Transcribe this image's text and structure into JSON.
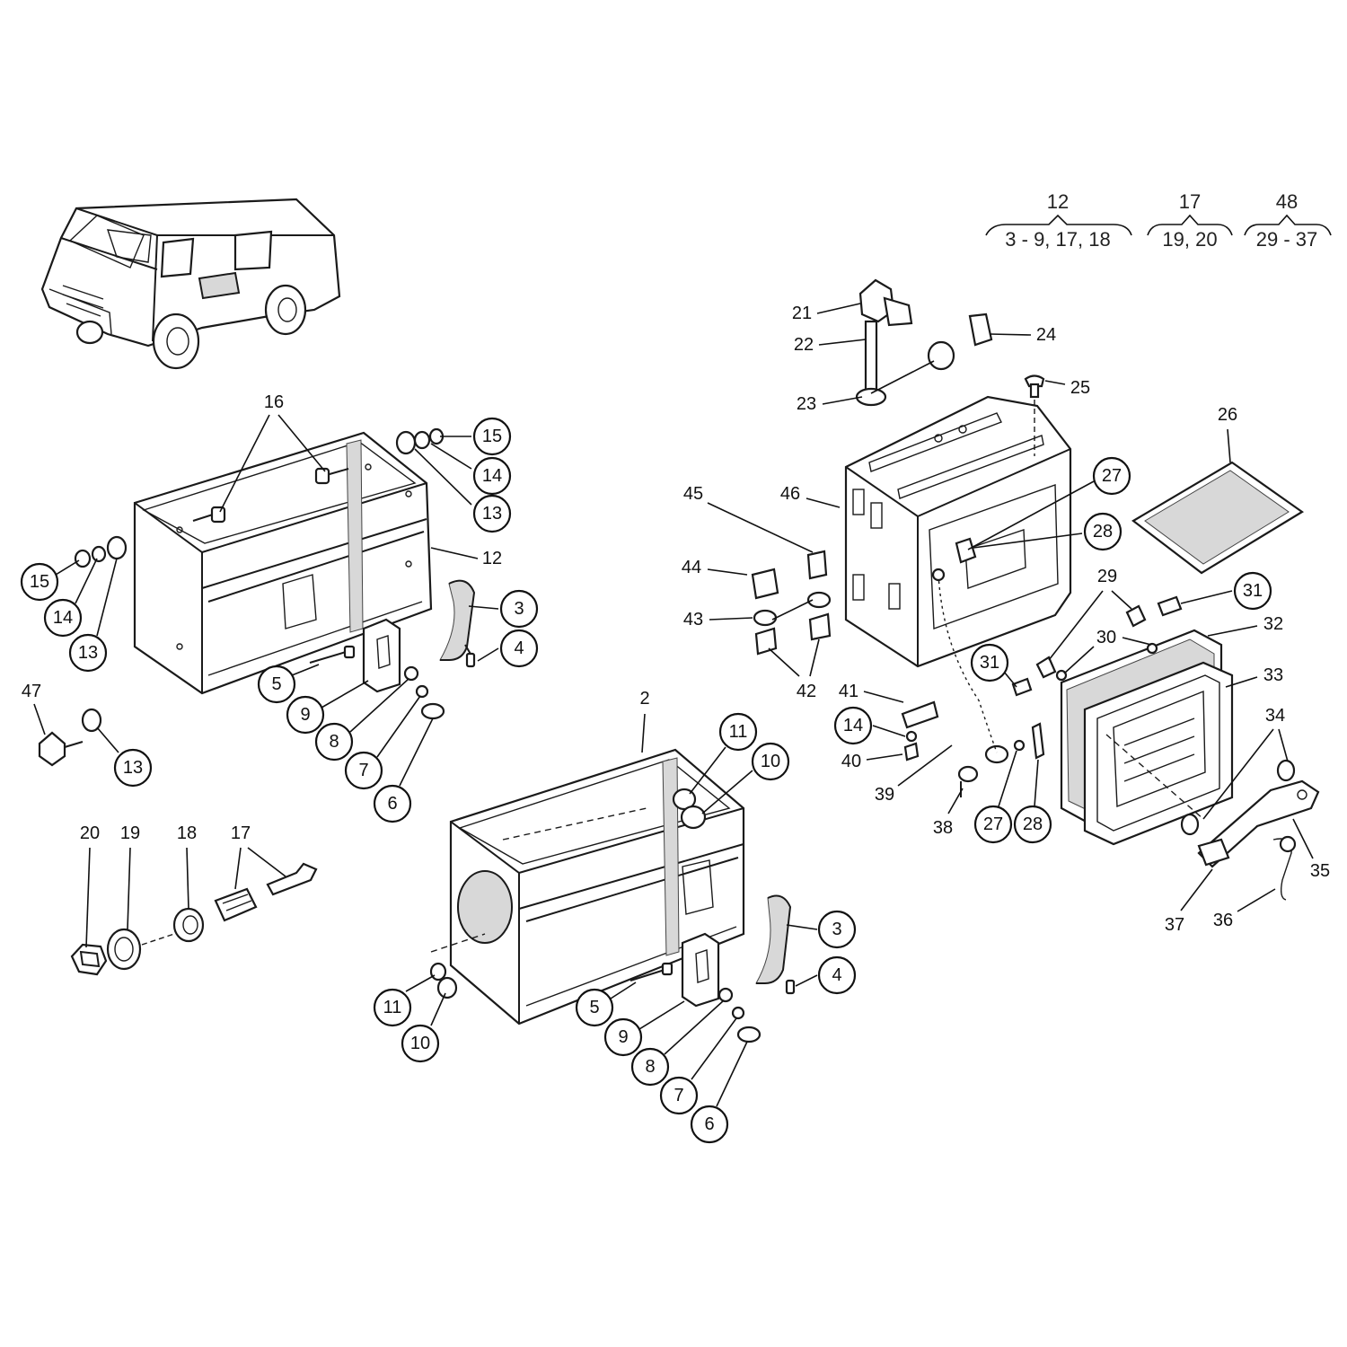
{
  "groups": [
    {
      "parent": "12",
      "children": "3 - 9, 17, 18"
    },
    {
      "parent": "17",
      "children": "19, 20"
    },
    {
      "parent": "48",
      "children": "29 - 37"
    }
  ],
  "callouts": [
    {
      "id": "c16",
      "label": "16",
      "circled": false
    },
    {
      "id": "c15a",
      "label": "15",
      "circled": true
    },
    {
      "id": "c14a",
      "label": "14",
      "circled": true
    },
    {
      "id": "c13a",
      "label": "13",
      "circled": true
    },
    {
      "id": "c12",
      "label": "12",
      "circled": false
    },
    {
      "id": "c15b",
      "label": "15",
      "circled": true
    },
    {
      "id": "c14b",
      "label": "14",
      "circled": true
    },
    {
      "id": "c13b",
      "label": "13",
      "circled": true
    },
    {
      "id": "c3a",
      "label": "3",
      "circled": true
    },
    {
      "id": "c4a",
      "label": "4",
      "circled": true
    },
    {
      "id": "c5a",
      "label": "5",
      "circled": true
    },
    {
      "id": "c9a",
      "label": "9",
      "circled": true
    },
    {
      "id": "c8a",
      "label": "8",
      "circled": true
    },
    {
      "id": "c7a",
      "label": "7",
      "circled": true
    },
    {
      "id": "c6a",
      "label": "6",
      "circled": true
    },
    {
      "id": "c47",
      "label": "47",
      "circled": false
    },
    {
      "id": "c13c",
      "label": "13",
      "circled": true
    },
    {
      "id": "c20",
      "label": "20",
      "circled": false
    },
    {
      "id": "c19",
      "label": "19",
      "circled": false
    },
    {
      "id": "c18",
      "label": "18",
      "circled": false
    },
    {
      "id": "c17",
      "label": "17",
      "circled": false
    },
    {
      "id": "c2",
      "label": "2",
      "circled": false
    },
    {
      "id": "c11a",
      "label": "11",
      "circled": true
    },
    {
      "id": "c10a",
      "label": "10",
      "circled": true
    },
    {
      "id": "c11b",
      "label": "11",
      "circled": true
    },
    {
      "id": "c10b",
      "label": "10",
      "circled": true
    },
    {
      "id": "c3b",
      "label": "3",
      "circled": true
    },
    {
      "id": "c4b",
      "label": "4",
      "circled": true
    },
    {
      "id": "c5b",
      "label": "5",
      "circled": true
    },
    {
      "id": "c9b",
      "label": "9",
      "circled": true
    },
    {
      "id": "c8b",
      "label": "8",
      "circled": true
    },
    {
      "id": "c7b",
      "label": "7",
      "circled": true
    },
    {
      "id": "c6b",
      "label": "6",
      "circled": true
    },
    {
      "id": "c21",
      "label": "21",
      "circled": false
    },
    {
      "id": "c22",
      "label": "22",
      "circled": false
    },
    {
      "id": "c23",
      "label": "23",
      "circled": false
    },
    {
      "id": "c24",
      "label": "24",
      "circled": false
    },
    {
      "id": "c25",
      "label": "25",
      "circled": false
    },
    {
      "id": "c26",
      "label": "26",
      "circled": false
    },
    {
      "id": "c27a",
      "label": "27",
      "circled": true
    },
    {
      "id": "c28a",
      "label": "28",
      "circled": true
    },
    {
      "id": "c46",
      "label": "46",
      "circled": false
    },
    {
      "id": "c45",
      "label": "45",
      "circled": false
    },
    {
      "id": "c44",
      "label": "44",
      "circled": false
    },
    {
      "id": "c43",
      "label": "43",
      "circled": false
    },
    {
      "id": "c42",
      "label": "42",
      "circled": false
    },
    {
      "id": "c29",
      "label": "29",
      "circled": false
    },
    {
      "id": "c31a",
      "label": "31",
      "circled": true
    },
    {
      "id": "c30",
      "label": "30",
      "circled": false
    },
    {
      "id": "c32",
      "label": "32",
      "circled": false
    },
    {
      "id": "c31b",
      "label": "31",
      "circled": true
    },
    {
      "id": "c33",
      "label": "33",
      "circled": false
    },
    {
      "id": "c41",
      "label": "41",
      "circled": false
    },
    {
      "id": "c14c",
      "label": "14",
      "circled": true
    },
    {
      "id": "c40",
      "label": "40",
      "circled": false
    },
    {
      "id": "c39",
      "label": "39",
      "circled": false
    },
    {
      "id": "c38",
      "label": "38",
      "circled": false
    },
    {
      "id": "c27b",
      "label": "27",
      "circled": true
    },
    {
      "id": "c28b",
      "label": "28",
      "circled": true
    },
    {
      "id": "c34",
      "label": "34",
      "circled": false
    },
    {
      "id": "c35",
      "label": "35",
      "circled": false
    },
    {
      "id": "c36",
      "label": "36",
      "circled": false
    },
    {
      "id": "c37",
      "label": "37",
      "circled": false
    }
  ]
}
